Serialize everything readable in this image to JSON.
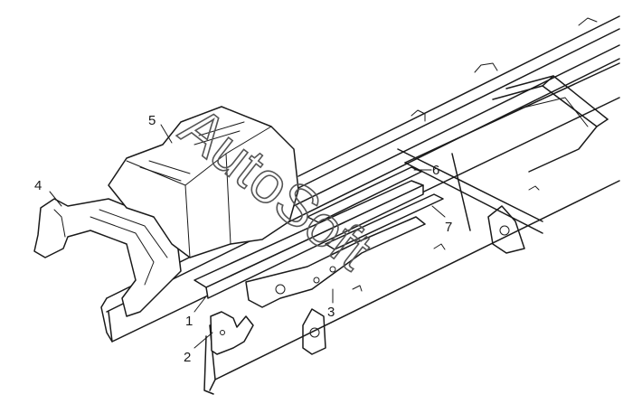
{
  "callouts": [
    {
      "label": "1"
    },
    {
      "label": "2"
    },
    {
      "label": "3"
    },
    {
      "label": "4"
    },
    {
      "label": "5"
    },
    {
      "label": "6"
    },
    {
      "label": "7"
    }
  ],
  "watermark": {
    "text": "AutoSoft"
  }
}
